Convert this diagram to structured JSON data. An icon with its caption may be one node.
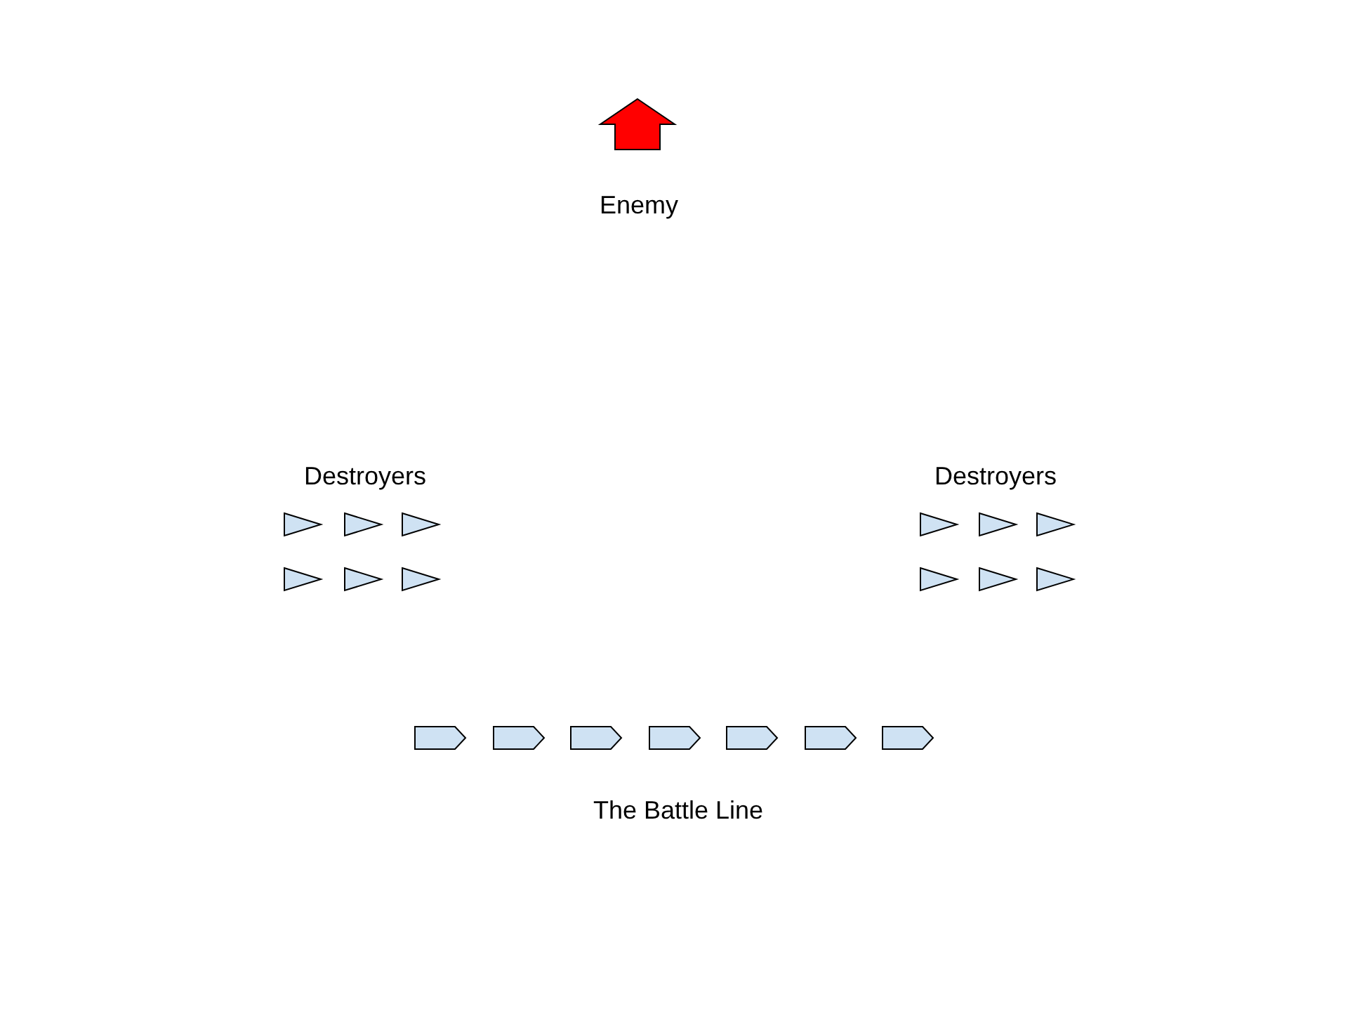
{
  "diagram": {
    "labels": [
      "Enemy",
      "Destroyers",
      "Destroyers",
      "The Battle Line"
    ]
  }
}
